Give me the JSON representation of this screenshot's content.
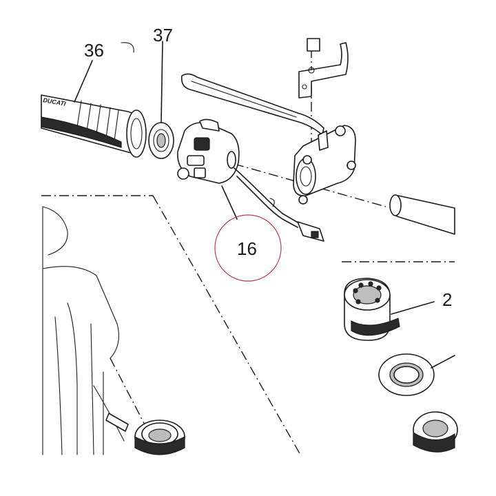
{
  "callouts": {
    "grip": "36",
    "washer_top": "37",
    "switch_assembly": "16",
    "cap_right": "2"
  },
  "grip_brand_text": "DUCATI",
  "highlight_circle_color": "#c0394b",
  "line_color": "#1a1a1a"
}
